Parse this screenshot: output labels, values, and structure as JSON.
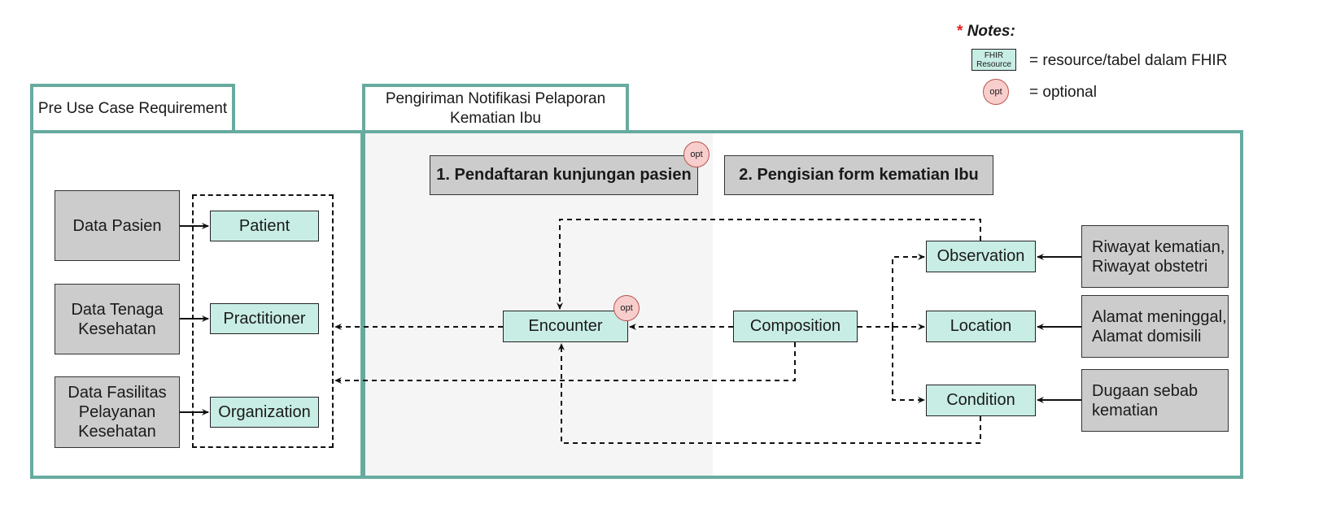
{
  "notes": {
    "star": "*",
    "title": "Notes:",
    "legend_resource_box": "FHIR Resource",
    "legend_resource_text": "= resource/tabel dalam FHIR",
    "legend_opt_box": "opt",
    "legend_opt_text": "= optional"
  },
  "sections": {
    "pre_use_case": "Pre Use Case Requirement",
    "main_tab": "Pengiriman Notifikasi Pelaporan Kematian Ibu"
  },
  "steps": {
    "step1": "1. Pendaftaran kunjungan pasien",
    "step2": "2. Pengisian form kematian Ibu",
    "opt": "opt"
  },
  "sources": {
    "data_pasien": "Data Pasien",
    "data_tenaga": "Data Tenaga Kesehatan",
    "data_fasilitas": "Data Fasilitas Pelayanan Kesehatan",
    "riwayat": "Riwayat kematian, Riwayat obstetri",
    "alamat": "Alamat meninggal, Alamat domisili",
    "dugaan": "Dugaan sebab kematian"
  },
  "resources": {
    "patient": "Patient",
    "practitioner": "Practitioner",
    "organization": "Organization",
    "encounter": "Encounter",
    "composition": "Composition",
    "observation": "Observation",
    "location": "Location",
    "condition": "Condition"
  },
  "colors": {
    "frame": "#67ab9f",
    "resource_fill": "#c8ede4",
    "source_fill": "#cccccc",
    "opt_fill": "#f8cecc",
    "note_star": "#e02020"
  }
}
